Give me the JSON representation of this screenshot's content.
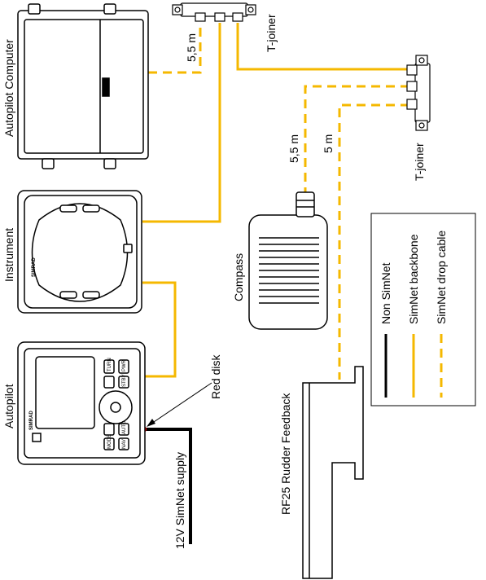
{
  "labels": {
    "autopilot_computer": "Autopilot Computer",
    "instrument": "Instrument",
    "autopilot": "Autopilot",
    "compass": "Compass",
    "rf25": "RF25 Rudder Feedback",
    "supply": "12V SimNet supply",
    "red_disk": "Red disk",
    "tjoiner_top": "T-joiner",
    "tjoiner_right": "T-joiner",
    "cable_top": "5,5 m",
    "cable_compass": "5,5 m",
    "cable_rf25": "5 m"
  },
  "brand": "SIMRAD",
  "keypad": [
    "TURN",
    "PWR",
    "STBY",
    "AUTO",
    "MODE",
    "NAV"
  ],
  "legend": {
    "items": [
      {
        "label": "Non SimNet",
        "style": "black-solid"
      },
      {
        "label": "SimNet backbone",
        "style": "yellow-solid"
      },
      {
        "label": "SimNet drop cable",
        "style": "yellow-dashed"
      }
    ]
  },
  "colors": {
    "cable_yellow": "#F5B800",
    "line_black": "#000000",
    "red_disk": "#E00000"
  }
}
